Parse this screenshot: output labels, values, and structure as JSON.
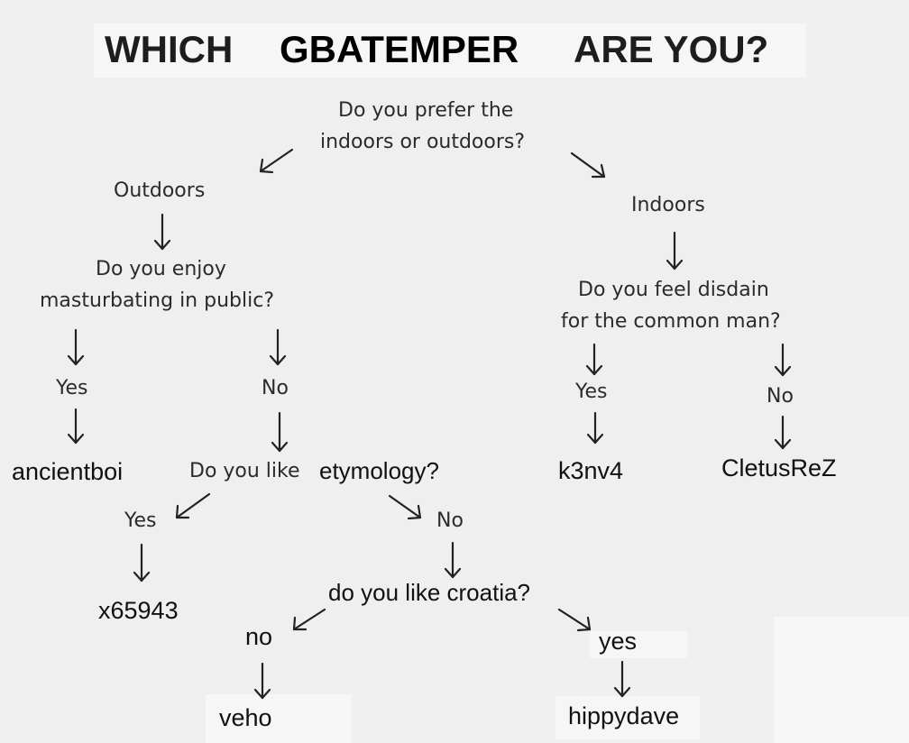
{
  "title": {
    "left": "WHICH",
    "middle": "GBATEMPER",
    "right": "ARE YOU?"
  },
  "root_question": {
    "line1": "Do you prefer the",
    "line2": "indoors or outdoors?"
  },
  "outdoors": {
    "label": "Outdoors",
    "question_line1": "Do you enjoy",
    "question_line2": "masturbating in public?",
    "yes": "Yes",
    "no": "No",
    "yes_result": "ancientboi",
    "etymology_question_prefix": "Do you like",
    "etymology_question_suffix": "etymology?",
    "etymology_yes": "Yes",
    "etymology_no": "No",
    "etymology_yes_result": "x65943",
    "croatia_question": "do you like croatia?",
    "croatia_no": "no",
    "croatia_yes": "yes",
    "croatia_no_result": "veho",
    "croatia_yes_result": "hippydave"
  },
  "indoors": {
    "label": "Indoors",
    "question_line1": "Do you feel disdain",
    "question_line2": "for the common man?",
    "yes": "Yes",
    "no": "No",
    "yes_result": "k3nv4",
    "no_result": "CletusReZ"
  }
}
